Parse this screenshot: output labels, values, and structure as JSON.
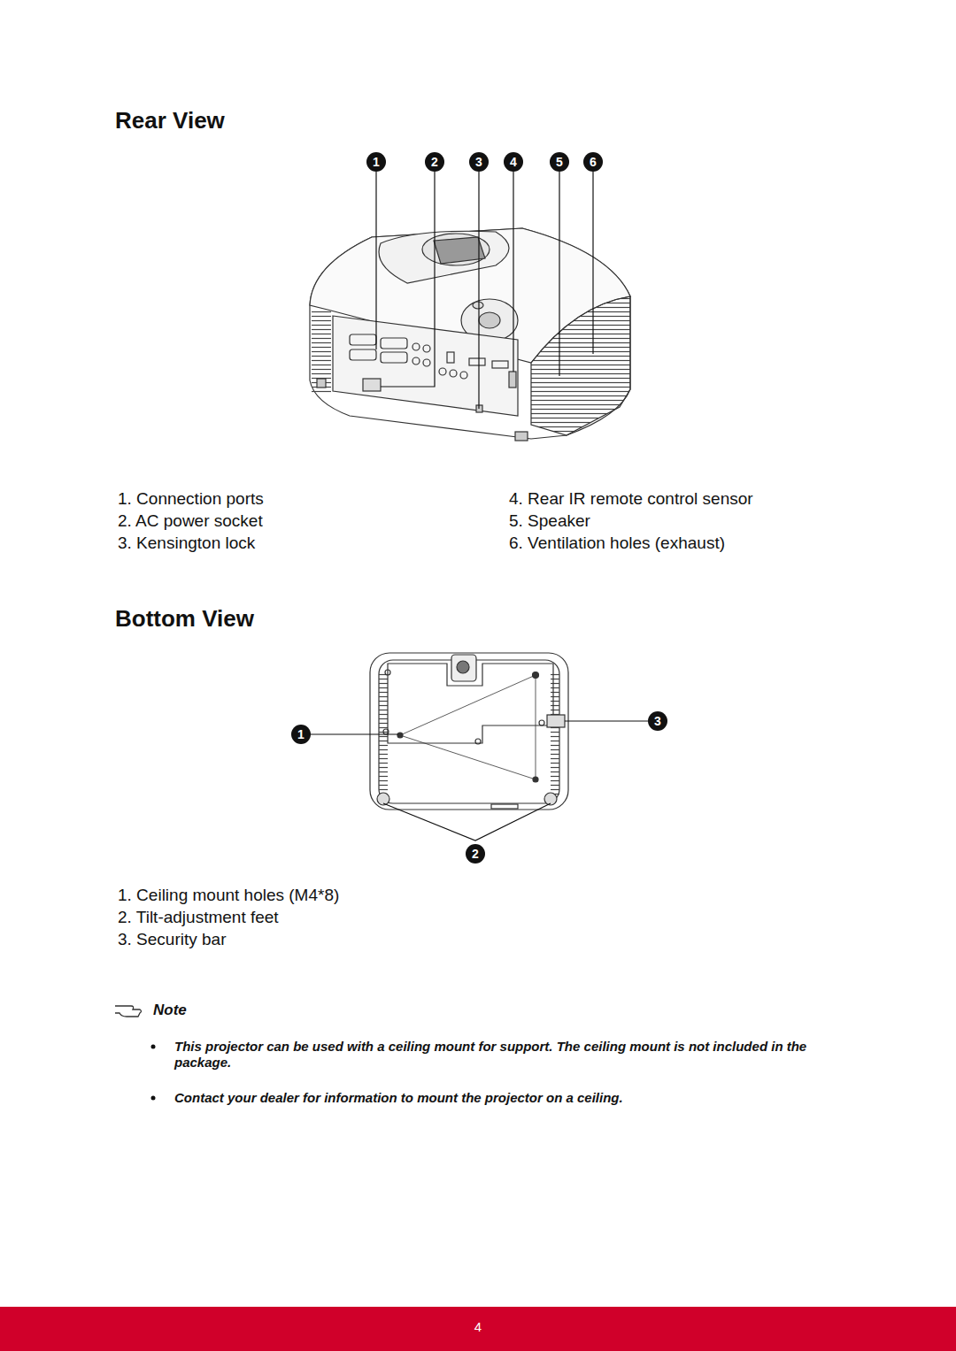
{
  "diagram": {
    "title": "Rear View",
    "nodes": [
      {
        "text": [
          "1"
        ]
      },
      {
        "text": [
          "2"
        ]
      },
      {
        "text": [
          "3"
        ]
      },
      {
        "text": [
          "4"
        ]
      },
      {
        "text": [
          "5"
        ]
      },
      {
        "text": [
          "6"
        ]
      },
      {
        "text": [
          "1"
        ]
      },
      {
        "text": [
          "3"
        ]
      },
      {
        "text": [
          "2"
        ]
      }
    ],
    "labels": [
      "1. Connection ports",
      "4. Rear IR remote control sensor",
      "2. AC power socket",
      "5. Speaker",
      "3. Kensington lock",
      "6. Ventilation holes (exhaust)",
      "Bottom View",
      "1. Ceiling mount holes (M4*8)",
      "2. Tilt-adjustment feet",
      "3. Security bar",
      "Note",
      "This projector can be used with a ceiling mount for support. The ceiling mount is not included in the package.",
      "Contact your dealer for information to mount the projector on a ceiling.",
      "4"
    ]
  }
}
